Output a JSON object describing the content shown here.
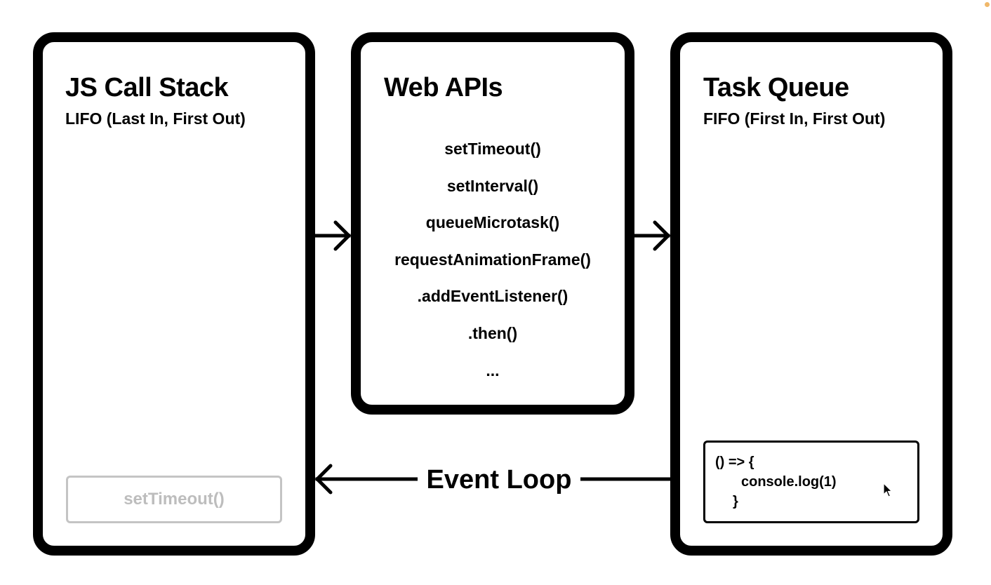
{
  "call_stack": {
    "title": "JS Call Stack",
    "subtitle": "LIFO (Last In, First Out)",
    "items": [
      "setTimeout()"
    ]
  },
  "web_apis": {
    "title": "Web APIs",
    "items": [
      "setTimeout()",
      "setInterval()",
      "queueMicrotask()",
      "requestAnimationFrame()",
      ".addEventListener()",
      ".then()",
      "..."
    ]
  },
  "task_queue": {
    "title": "Task Queue",
    "subtitle": "FIFO (First In, First Out)",
    "callback_lines": [
      "() => {",
      "console.log(1)",
      "}"
    ]
  },
  "event_loop": {
    "label": "Event Loop"
  },
  "colors": {
    "stroke": "#000000",
    "faded_item": "#bdbdbd",
    "background": "#ffffff"
  },
  "icons": [
    "right-arrow-icon",
    "left-arrow-icon",
    "mouse-cursor-icon"
  ]
}
